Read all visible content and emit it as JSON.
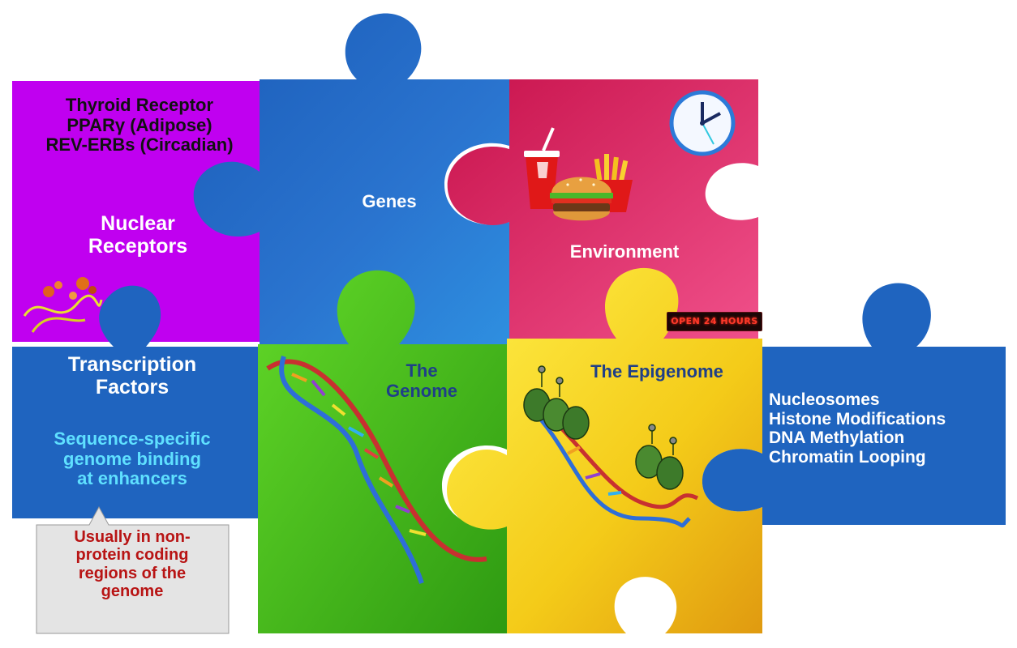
{
  "nuclear_receptors": {
    "examples": [
      "Thyroid Receptor",
      "PPARγ (Adipose)",
      "REV-ERBs (Circadian)"
    ],
    "title": [
      "Nuclear",
      "Receptors"
    ],
    "color": "#c000f0"
  },
  "genes": {
    "title": "Genes",
    "color": "#2b6cc8"
  },
  "environment": {
    "title": "Environment",
    "sign": "OPEN 24 HOURS",
    "color": "#d42a63",
    "icons": [
      "soda-icon",
      "burger-icon",
      "fries-icon",
      "clock-icon"
    ]
  },
  "transcription_factors": {
    "title": [
      "Transcription",
      "Factors"
    ],
    "subtitle": [
      "Sequence-specific",
      "genome binding",
      "at enhancers"
    ],
    "callout": [
      "Usually in non-",
      "protein coding",
      "regions of the",
      "genome"
    ],
    "color": "#1f64bf"
  },
  "genome": {
    "title": [
      "The",
      "Genome"
    ],
    "color": "#4cc81a",
    "icons": [
      "dna-helix-icon"
    ]
  },
  "epigenome": {
    "title": "The Epigenome",
    "color": "#f3cc1a",
    "components": [
      "Nucleosomes",
      "Histone Modifications",
      "DNA Methylation",
      "Chromatin Looping"
    ],
    "icons": [
      "dna-helix-icon",
      "nucleosome-icon"
    ]
  }
}
